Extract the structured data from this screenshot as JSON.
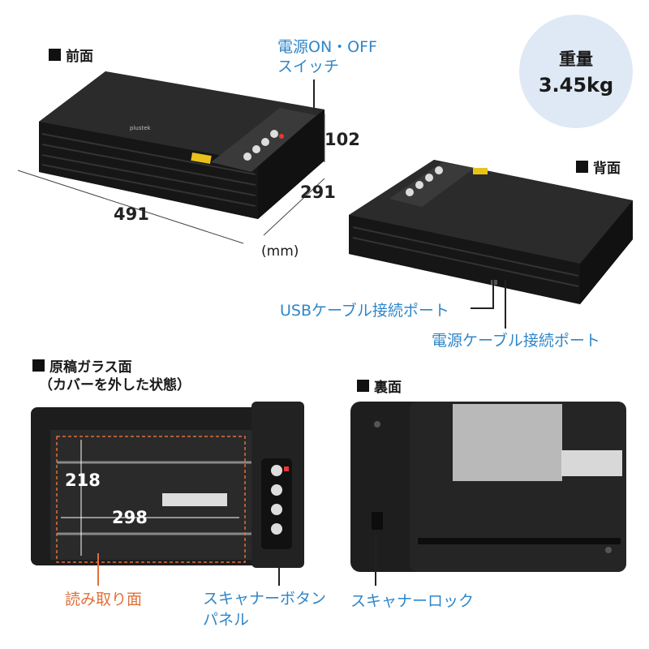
{
  "front": {
    "title": "前面",
    "power_switch": [
      "電源ON・OFF",
      "スイッチ"
    ],
    "dims": {
      "width": "491",
      "depth": "291",
      "height": "102",
      "unit": "(mm)"
    },
    "logo": "plustek"
  },
  "weight": {
    "label": "重量",
    "value": "3.45kg"
  },
  "back": {
    "title": "背面",
    "usb_port": "USBケーブル接続ポート",
    "power_port": "電源ケーブル接続ポート"
  },
  "glass": {
    "title": "原稿ガラス面",
    "subtitle": "（カバーを外した状態）",
    "height_dim": "218",
    "width_dim": "298",
    "reading_surface": "読み取り面",
    "button_panel": [
      "スキャナーボタン",
      "パネル"
    ]
  },
  "bottom": {
    "title": "裏面",
    "lock": "スキャナーロック"
  },
  "colors": {
    "accent_blue": "#2f86c8",
    "accent_orange": "#e0703a",
    "device": "#1f1f1f",
    "circle": "#dfe9f5"
  }
}
